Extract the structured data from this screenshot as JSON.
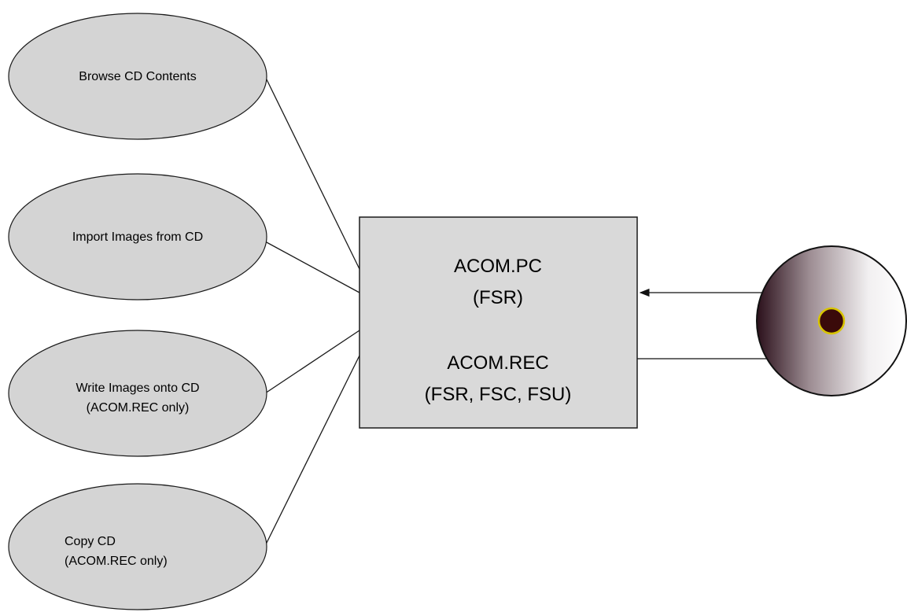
{
  "use_cases": [
    {
      "lines": [
        "Browse CD Contents"
      ]
    },
    {
      "lines": [
        "Import Images from CD"
      ]
    },
    {
      "lines": [
        "Write Images onto CD",
        "(ACOM.REC only)"
      ]
    },
    {
      "lines": [
        "Copy CD",
        "(ACOM.REC only)"
      ]
    }
  ],
  "system_box": {
    "line1": "ACOM.PC",
    "line2": "(FSR)",
    "line3": "ACOM.REC",
    "line4": "(FSR, FSC, FSU)"
  },
  "colors": {
    "oval_fill": "#d4d4d4",
    "box_fill": "#d9d9d9",
    "stroke": "#1a1a1a",
    "disc_dark": "#2a0f1a",
    "disc_light": "#ffffff",
    "disc_hole": "#3a0a0a",
    "disc_hole_ring": "#d8c400"
  },
  "icons": {
    "disc": "cd-disc-icon"
  }
}
